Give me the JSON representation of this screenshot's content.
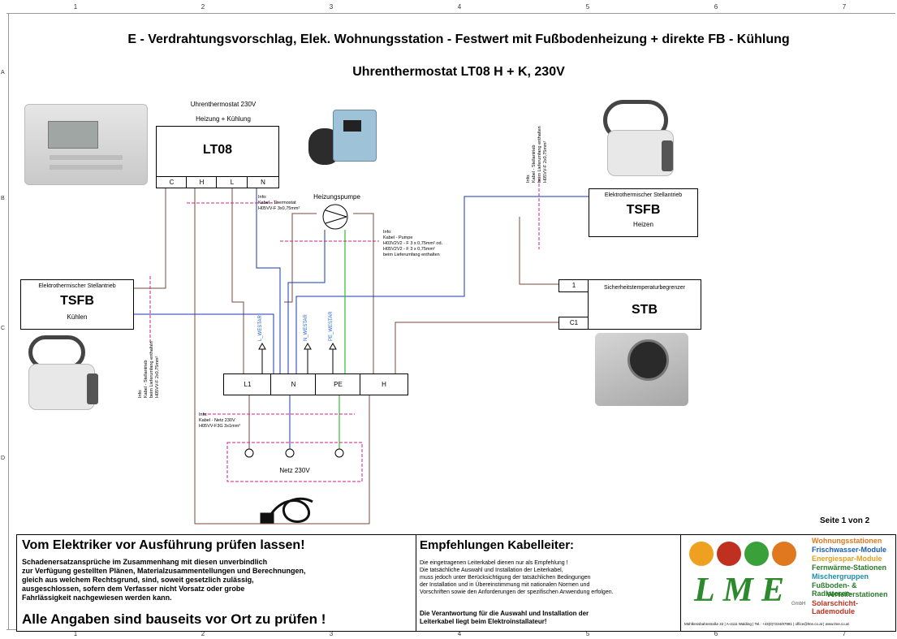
{
  "ruler": {
    "columns": [
      "1",
      "2",
      "3",
      "4",
      "5",
      "6",
      "7"
    ],
    "rows": [
      "A",
      "B",
      "C",
      "D"
    ]
  },
  "title": "E - Verdrahtungsvorschlag, Elek. Wohnungsstation - Festwert mit Fußbodenheizung + direkte FB - Kühlung",
  "subtitle": "Uhrenthermostat LT08 H + K, 230V",
  "thermostat": {
    "caption_line1": "Uhrenthermostat 230V",
    "caption_line2": "Heizung + Kühlung",
    "name": "LT08",
    "terminals": [
      "C",
      "H",
      "L",
      "N"
    ],
    "info": "Info:\nKabel - Thermostat\nH05VV-F 3x0,75mm²"
  },
  "pump": {
    "label": "Heizungspumpe",
    "info": "Info:\nKabel - Pumpe\nH03V2V2 - F 3 x 0,75mm² od.\nH05V2V2 - F 3 x 0,75mm²\nbeim Lieferumfang enthalten"
  },
  "tsfb_heat": {
    "caption": "Elektrothermischer Stellantrieb",
    "name": "TSFB",
    "mode": "Heizen",
    "info": "Info:\nKabel - Stellantrieb\nbeim Lieferumfang enthalten\nH05VV-F 2x0,75mm²"
  },
  "tsfb_cool": {
    "caption": "Elektrothermischer Stellantrieb",
    "name": "TSFB",
    "mode": "Kühlen",
    "info": "Info:\nKabel - Stellantrieb\nbeim Lieferumfang enthalten\nH05VV-F 2x0,75mm²"
  },
  "stb": {
    "caption": "Sicherheitstemperaturbegrenzer",
    "name": "STB",
    "terminals": [
      "1",
      "C1"
    ]
  },
  "terminal_block": {
    "terminals": [
      "L1",
      "N",
      "PE",
      "H"
    ],
    "arrow_labels": [
      "L_WESTAR",
      "N_WESTAR",
      "PE_WESTAR"
    ]
  },
  "mains": {
    "label": "Netz 230V",
    "info": "Info:\nKabel - Netz 230V\nH05VV-F3G 3x1mm²"
  },
  "page": "Seite 1 von 2",
  "warning": {
    "heading": "Vom Elektriker vor Ausführung prüfen lassen!",
    "body": "Schadenersatzansprüche im Zusammenhang mit diesen unverbindlich\nzur Verfügung gestellten Plänen, Materialzusammentellungen und Berechnungen,\ngleich aus welchem Rechtsgrund, sind, soweit gesetzlich zulässig,\nausgeschlossen, sofern dem Verfasser nicht Vorsatz oder grobe\nFahrlässigkeit nachgewiesen werden kann.",
    "footer": "Alle Angaben sind bauseits vor Ort zu prüfen !"
  },
  "recommend": {
    "heading": "Empfehlungen Kabelleiter:",
    "body": "Die eingetragenen Leiterkabel dienen nur als Empfehlung !\nDie tatsächliche Auswahl und Installation der Leiterkabel,\nmuss jedoch unter Berücksichtigung der tatsächlichen Bedingungen\nder Installation und in Übereinstimmung mit nationalen Normen und\nVorschriften sowie den Anforderungen der spezifischen Anwendung erfolgen.",
    "footer": "Die Verantwortung für die Auswahl und Installation der\nLeiterkabel liegt beim Elektroinstallateur!"
  },
  "company": {
    "logo_text": "LME",
    "logo_sub": "GmbH",
    "address": "Mühlkreisbahnstraße 22 | A-4111 Walding | Tel.: +43(0)7234/87981 | office@lme.co.at | www.lme.co.at",
    "products": [
      {
        "text": "Wohnungsstationen",
        "color": "#e07820"
      },
      {
        "text": "Frischwasser-Module",
        "color": "#1a5fb4"
      },
      {
        "text": "Energiespar-Module",
        "color": "#e0a020"
      },
      {
        "text": "Fernwärme-Stationen",
        "color": "#2a7a2a"
      },
      {
        "text": "Mischergruppen",
        "color": "#1a8fb0"
      },
      {
        "text": "Fußboden- & Radiatoren-",
        "color": "#2a7a2a"
      },
      {
        "text": "Verteilerstationen",
        "color": "#2a7a2a"
      },
      {
        "text": "Solarschicht-Lademodule",
        "color": "#c03020"
      }
    ]
  }
}
